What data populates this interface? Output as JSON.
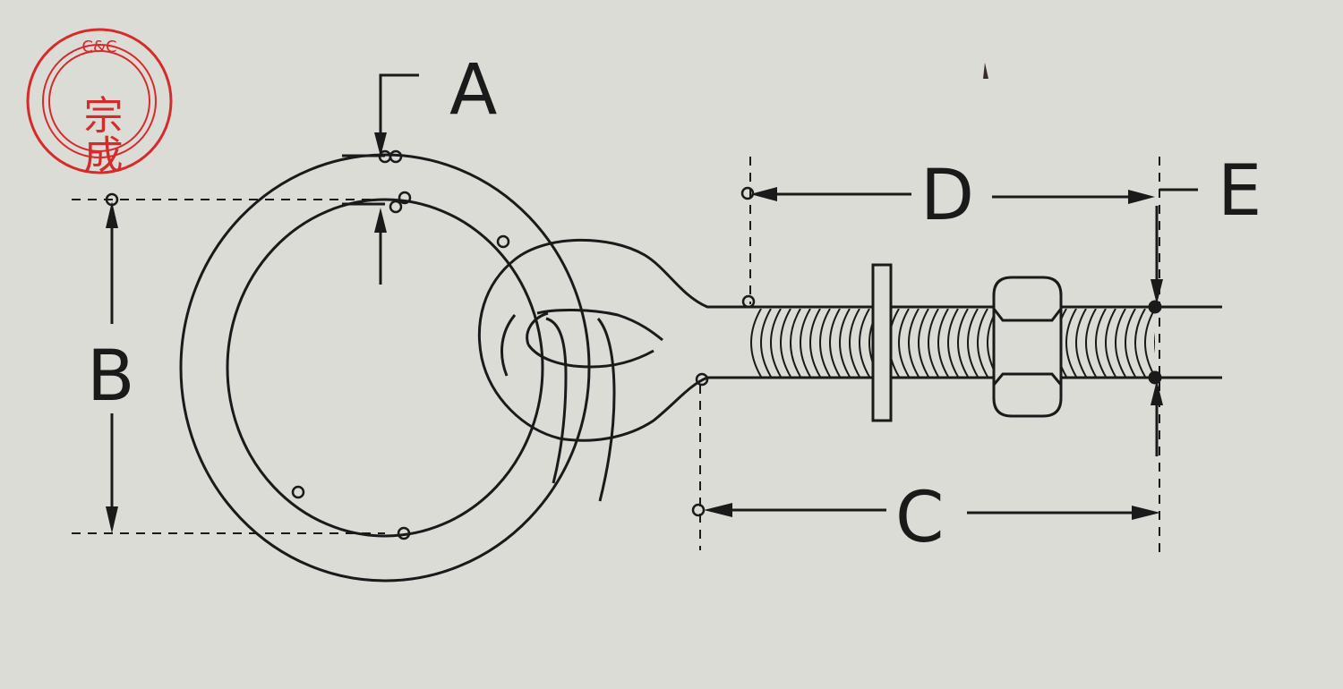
{
  "seal": {
    "top_text": "C&C",
    "characters": "宗成",
    "color": "#d52b2b"
  },
  "labels": {
    "a": "A",
    "b": "B",
    "c": "C",
    "d": "D",
    "e": "E"
  },
  "colors": {
    "ink": "#1a1a1a",
    "paper": "#dcdcd7"
  },
  "icons": [
    "ring-icon",
    "eye-bolt-icon",
    "washer-icon",
    "hex-nut-icon"
  ]
}
